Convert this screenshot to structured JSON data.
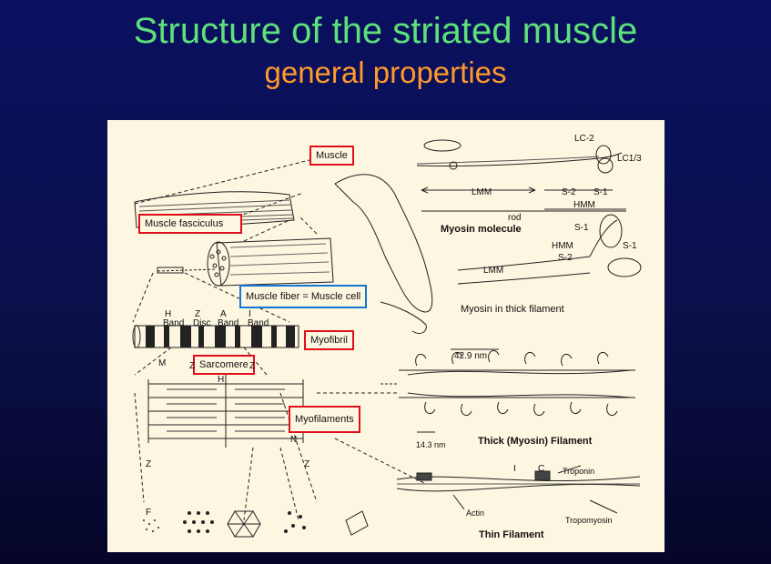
{
  "slide": {
    "title": "Structure of the striated muscle",
    "subtitle": "general properties"
  },
  "figure": {
    "boxed_labels": {
      "muscle": "Muscle",
      "fasciculus": "Muscle fasciculus",
      "fiber": "Muscle fiber = Muscle cell",
      "myofibril": "Myofibril",
      "sarcomere": "Sarcomere",
      "myofilaments": "Myofilaments"
    },
    "bands": {
      "h": "H",
      "band_h": "Band",
      "z": "Z",
      "disc": "Disc",
      "a": "A",
      "band_a": "Band",
      "i": "I",
      "band_i": "Band"
    },
    "sarcomere_labels": {
      "m": "M",
      "z_left": "Z",
      "z_right": "Z",
      "h": "H",
      "n": "N",
      "z_bottom_left": "Z",
      "z_bottom_right": "Z",
      "f": "F"
    },
    "myosin": {
      "lc2": "LC-2",
      "lc13": "LC1/3",
      "lmm": "LMM",
      "s2": "S-2",
      "s1": "S-1",
      "hmm": "HMM",
      "rod": "rod",
      "caption": "Myosin molecule",
      "s1b": "S-1",
      "hmm2": "HMM",
      "s2b": "S-2",
      "s1c": "S-1",
      "lmm2": "LMM",
      "thick_caption": "Myosin in thick filament"
    },
    "thick": {
      "spacing": "42.9 nm",
      "scale": "14.3 nm",
      "caption": "Thick (Myosin) Filament"
    },
    "thin": {
      "i": "I",
      "c": "C",
      "troponin": "Troponin",
      "actin": "Actin",
      "tropomyosin": "Tropomyosin",
      "caption": "Thin Filament"
    }
  }
}
